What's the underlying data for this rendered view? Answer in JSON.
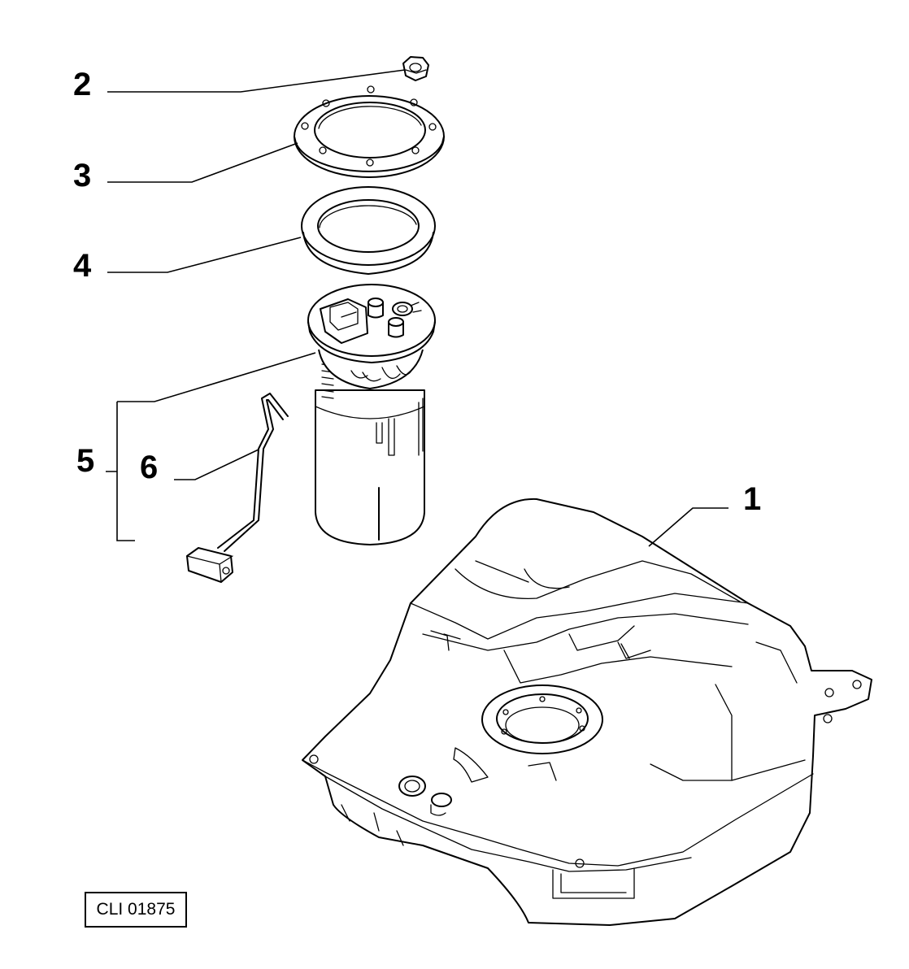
{
  "callouts": {
    "c1": "1",
    "c2": "2",
    "c3": "3",
    "c4": "4",
    "c5": "5",
    "c6": "6"
  },
  "reference_code": "CLI 01875",
  "icons": [
    "hex-nut-icon",
    "flange-ring-icon",
    "gasket-ring-icon",
    "fuel-pump-module-icon",
    "fuel-level-sender-icon",
    "fuel-tank-icon"
  ]
}
